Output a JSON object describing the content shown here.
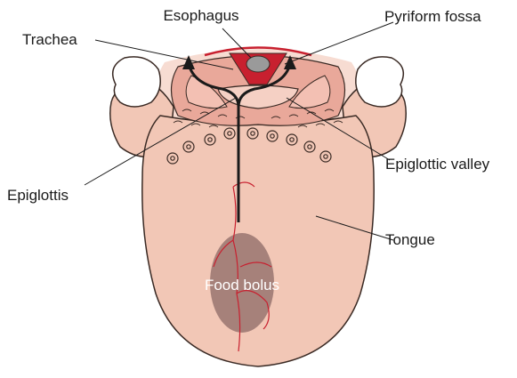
{
  "labels": {
    "esophagus": "Esophagus",
    "trachea": "Trachea",
    "pyriform_fossa": "Pyriform fossa",
    "epiglottic_valley": "Epiglottic valley",
    "epiglottis": "Epiglottis",
    "tongue": "Tongue",
    "food_bolus": "Food bolus"
  },
  "colors": {
    "tongue_fill": "#f2c7b6",
    "outline": "#3a2a24",
    "vessel": "#c8202f",
    "bolus": "#8c6a65",
    "cartilage": "#e9a89a",
    "esophagus_gray": "#9a9a9a",
    "pathway": "#1a1a1a"
  }
}
